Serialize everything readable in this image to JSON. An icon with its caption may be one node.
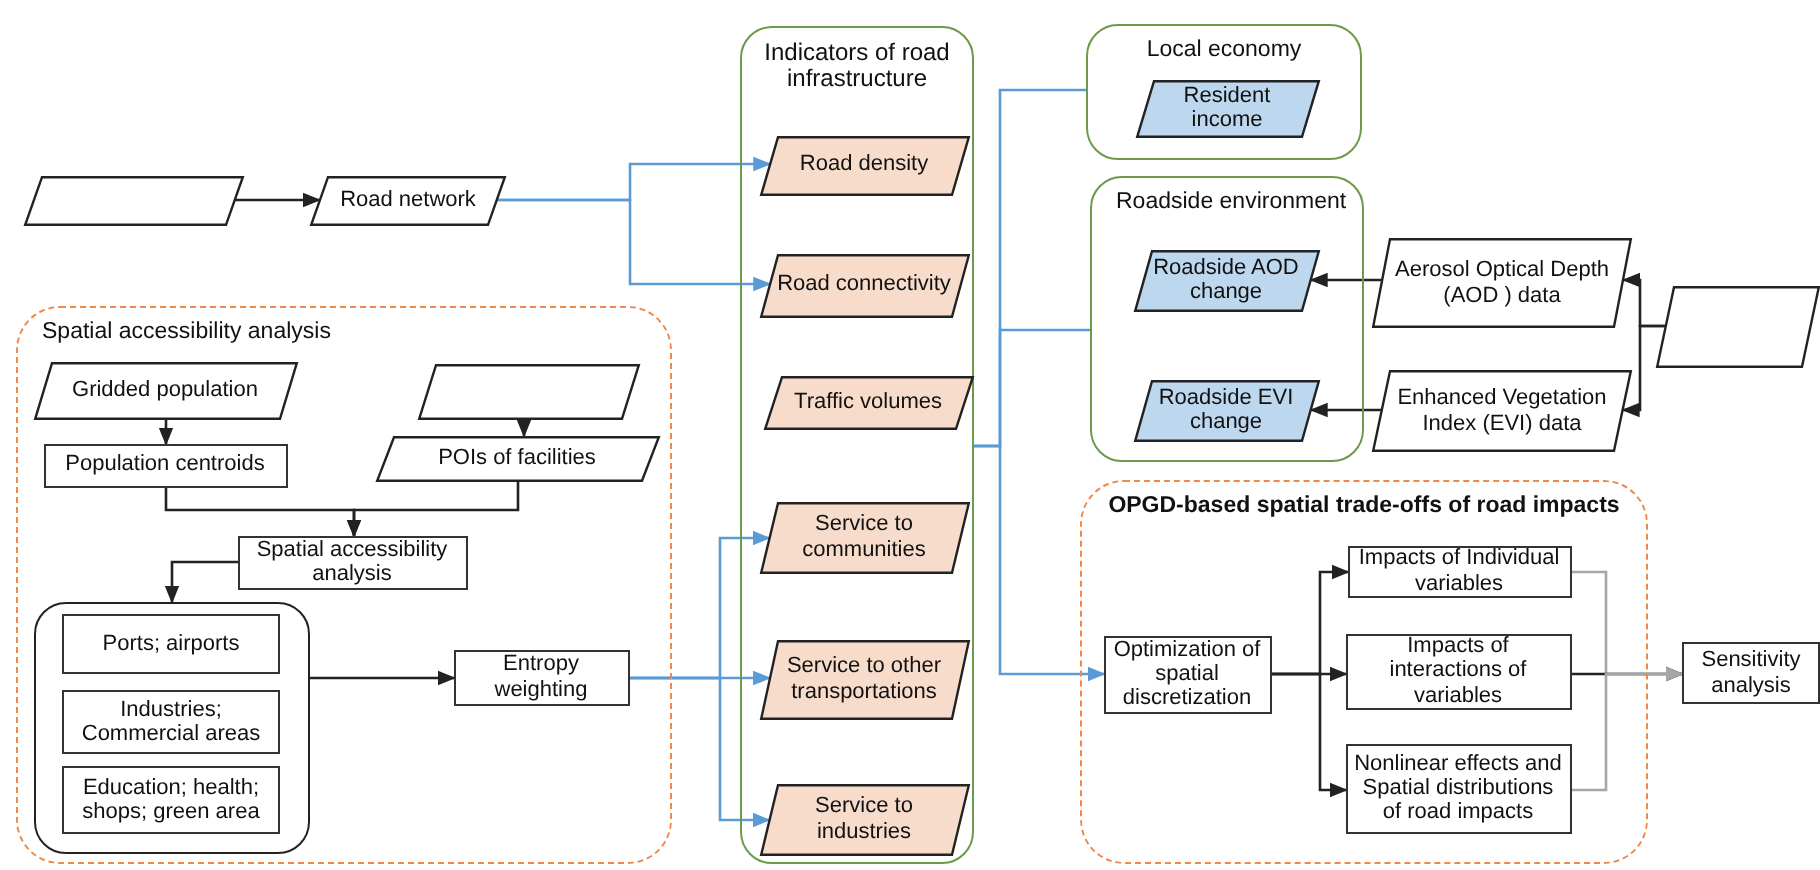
{
  "diagram": {
    "nodes": [
      {
        "text": [],
        "shape": "parallelogram"
      },
      {
        "text": [
          "Road network"
        ]
      },
      {
        "text": [
          "Spatial accessibility analysis"
        ]
      },
      {
        "text": [
          "Gridded population"
        ],
        "in": 2
      },
      {
        "text": [],
        "shape": "parallelogram",
        "in": 2
      },
      {
        "text": [
          "Population centroids"
        ],
        "in": 2
      },
      {
        "text": [
          "POIs of facilities"
        ],
        "in": 2
      },
      {
        "text": [
          "Spatial accessibility analysis"
        ],
        "in": 2
      },
      {
        "text": [],
        "shape": "box",
        "in": 2
      },
      {
        "text": [
          "Ports; airports"
        ],
        "in": 8
      },
      {
        "text": [
          "Industries; Commercial areas"
        ],
        "in": 8
      },
      {
        "text": [
          "Education; health; shops; green area"
        ],
        "in": 8
      },
      {
        "text": [
          "Entropy weighting"
        ],
        "in": 2
      },
      {
        "text": [
          "Indicators of road infrastructure"
        ]
      },
      {
        "text": [
          "Road density"
        ],
        "in": 13
      },
      {
        "text": [
          "Road connectivity"
        ],
        "in": 13
      },
      {
        "text": [
          "Traffic volumes"
        ],
        "in": 13
      },
      {
        "text": [
          "Service to communities"
        ],
        "in": 13
      },
      {
        "text": [
          "Service to other transportations"
        ],
        "in": 13
      },
      {
        "text": [
          "Service to industries"
        ],
        "in": 13
      },
      {
        "text": [
          "Local economy"
        ]
      },
      {
        "text": [
          "Resident income"
        ],
        "in": 20
      },
      {
        "text": [
          "Roadside environment"
        ]
      },
      {
        "text": [
          "Roadside AOD change"
        ],
        "in": 22
      },
      {
        "text": [
          "Roadside EVI change"
        ],
        "in": 22
      },
      {
        "text": [
          "Aerosol Optical Depth (AOD ) data"
        ]
      },
      {
        "text": [
          "Enhanced Vegetation Index (EVI) data"
        ]
      },
      {
        "text": [],
        "shape": "parallelogram"
      },
      {
        "text": [
          "OPGD-based spatial trade-offs of road impacts"
        ]
      },
      {
        "text": [
          "Optimization of spatial discretization"
        ],
        "in": 28
      },
      {
        "text": [
          "Impacts of Individual variables"
        ],
        "in": 28
      },
      {
        "text": [
          "Impacts of interactions of variables"
        ],
        "in": 28
      },
      {
        "text": [
          "Nonlinear effects and Spatial distributions of road impacts"
        ],
        "in": 28
      },
      {
        "text": [
          "Sensitivity analysis"
        ]
      }
    ],
    "edges": [
      {
        "from": 0,
        "to": 1,
        "arrow": "to"
      },
      {
        "from": 1,
        "to": 14,
        "arrow": "to",
        "color": "#5b9bd5"
      },
      {
        "from": 1,
        "to": 15,
        "arrow": "to",
        "color": "#5b9bd5"
      },
      {
        "from": 3,
        "to": 5,
        "arrow": "to"
      },
      {
        "from": 4,
        "to": 6,
        "arrow": "to"
      },
      {
        "from": 5,
        "to": 7,
        "arrow": "to"
      },
      {
        "from": 6,
        "to": 7,
        "arrow": "to"
      },
      {
        "from": 7,
        "to": 8,
        "arrow": "to"
      },
      {
        "from": 8,
        "to": 12,
        "arrow": "to"
      },
      {
        "from": 12,
        "to": 17,
        "arrow": "to",
        "color": "#5b9bd5"
      },
      {
        "from": 12,
        "to": 18,
        "arrow": "to",
        "color": "#5b9bd5"
      },
      {
        "from": 12,
        "to": 19,
        "arrow": "to",
        "color": "#5b9bd5"
      },
      {
        "from": 13,
        "to": 20,
        "arrow": "none",
        "color": "#5b9bd5"
      },
      {
        "from": 13,
        "to": 22,
        "arrow": "none",
        "color": "#5b9bd5"
      },
      {
        "from": 13,
        "to": 29,
        "arrow": "to",
        "color": "#5b9bd5"
      },
      {
        "from": 25,
        "to": 23,
        "arrow": "to"
      },
      {
        "from": 26,
        "to": 24,
        "arrow": "to"
      },
      {
        "from": 27,
        "to": 25,
        "arrow": "to"
      },
      {
        "from": 27,
        "to": 26,
        "arrow": "to"
      },
      {
        "from": 29,
        "to": 30,
        "arrow": "to"
      },
      {
        "from": 29,
        "to": 31,
        "arrow": "to"
      },
      {
        "from": 29,
        "to": 32,
        "arrow": "to"
      },
      {
        "from": 30,
        "to": 33,
        "arrow": "to",
        "color": "#a6a6a6"
      },
      {
        "from": 31,
        "to": 33,
        "arrow": "to"
      },
      {
        "from": 32,
        "to": 33,
        "arrow": "to",
        "color": "#a6a6a6"
      }
    ]
  }
}
